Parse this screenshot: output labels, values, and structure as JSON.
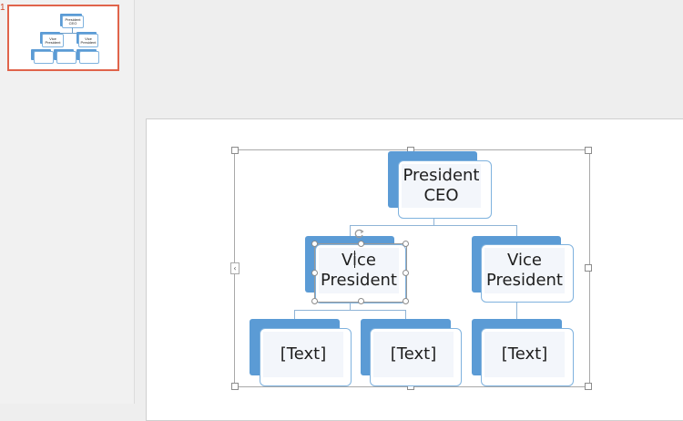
{
  "thumbnail": {
    "slide_number": "1",
    "boxes": {
      "top": "President CEO",
      "left": "Vice President",
      "right": "Vice President"
    }
  },
  "diagram": {
    "top_box": {
      "line1": "President",
      "line2": "CEO"
    },
    "vp_left": {
      "line1": "Vice",
      "line2": "President"
    },
    "vp_right": {
      "line1": "Vice",
      "line2": "President"
    },
    "text1": "[Text]",
    "text2": "[Text]",
    "text3": "[Text]"
  },
  "colors": {
    "accent_blue": "#5b9bd5",
    "selection_border": "#e0644b"
  }
}
